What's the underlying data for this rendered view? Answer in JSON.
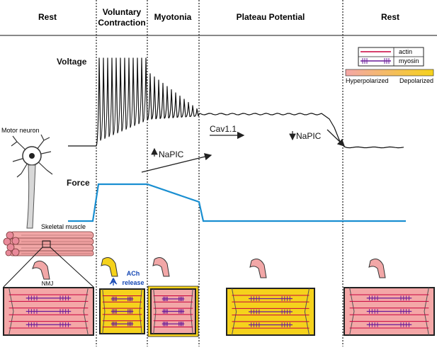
{
  "headers": [
    "Rest",
    "Voluntary",
    "Contraction",
    "Myotonia",
    "Plateau Potential",
    "Rest"
  ],
  "labels": {
    "voltage": "Voltage",
    "force": "Force",
    "motor_neuron": "Motor neuron",
    "skeletal_muscle": "Skeletal muscle",
    "nmj": "NMJ",
    "ach": "ACh",
    "release": "release",
    "napic_up": "NaPIC",
    "cav": "Cav1.1",
    "napic_down": "NaPIC"
  },
  "legend": {
    "actin": "actin",
    "myosin": "myosin",
    "hyperpolarized": "Hyperpolarized",
    "depolarized": "Depolarized"
  },
  "colors": {
    "force": "#1a8fd1",
    "voltage": "#111111",
    "actin": "#c8003c",
    "myosin": "#6a1b9a",
    "hyper": "#f4a7a7",
    "depol": "#f5d21c",
    "ach": "#1447b4"
  }
}
